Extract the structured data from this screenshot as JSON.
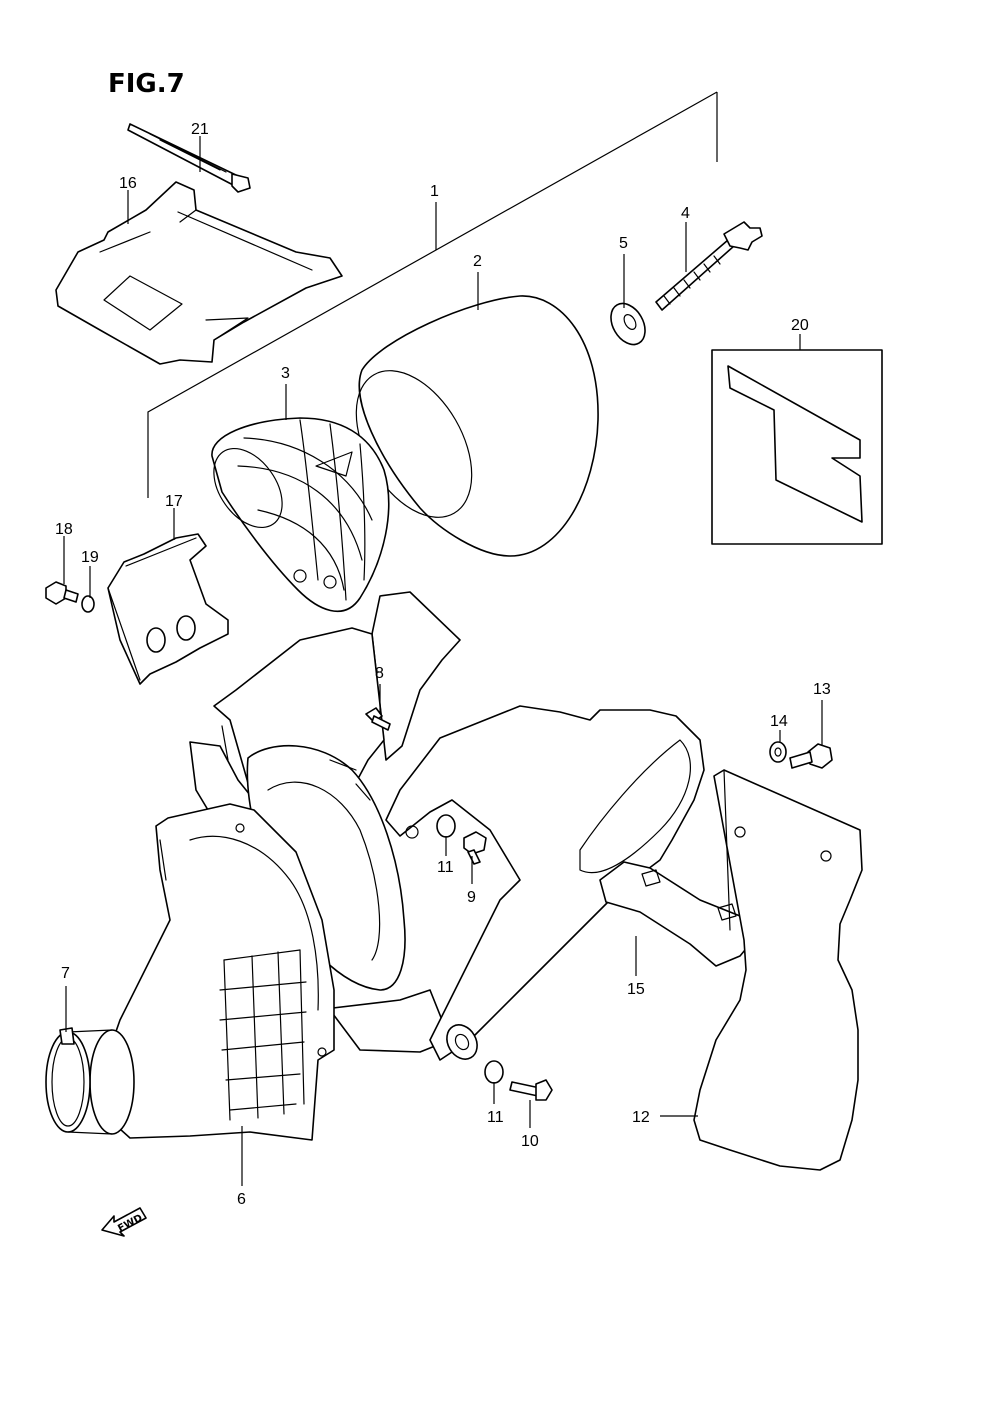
{
  "figure": {
    "title": "FIG.7"
  },
  "direction_label": "FWD",
  "callouts": [
    {
      "id": "1",
      "label": "1"
    },
    {
      "id": "2",
      "label": "2"
    },
    {
      "id": "3",
      "label": "3"
    },
    {
      "id": "4",
      "label": "4"
    },
    {
      "id": "5",
      "label": "5"
    },
    {
      "id": "6",
      "label": "6"
    },
    {
      "id": "7",
      "label": "7"
    },
    {
      "id": "8",
      "label": "8"
    },
    {
      "id": "9",
      "label": "9"
    },
    {
      "id": "10",
      "label": "10"
    },
    {
      "id": "11a",
      "label": "11"
    },
    {
      "id": "11b",
      "label": "11"
    },
    {
      "id": "12",
      "label": "12"
    },
    {
      "id": "13",
      "label": "13"
    },
    {
      "id": "14",
      "label": "14"
    },
    {
      "id": "15",
      "label": "15"
    },
    {
      "id": "16",
      "label": "16"
    },
    {
      "id": "17",
      "label": "17"
    },
    {
      "id": "18",
      "label": "18"
    },
    {
      "id": "19",
      "label": "19"
    },
    {
      "id": "20",
      "label": "20"
    },
    {
      "id": "21",
      "label": "21"
    }
  ]
}
